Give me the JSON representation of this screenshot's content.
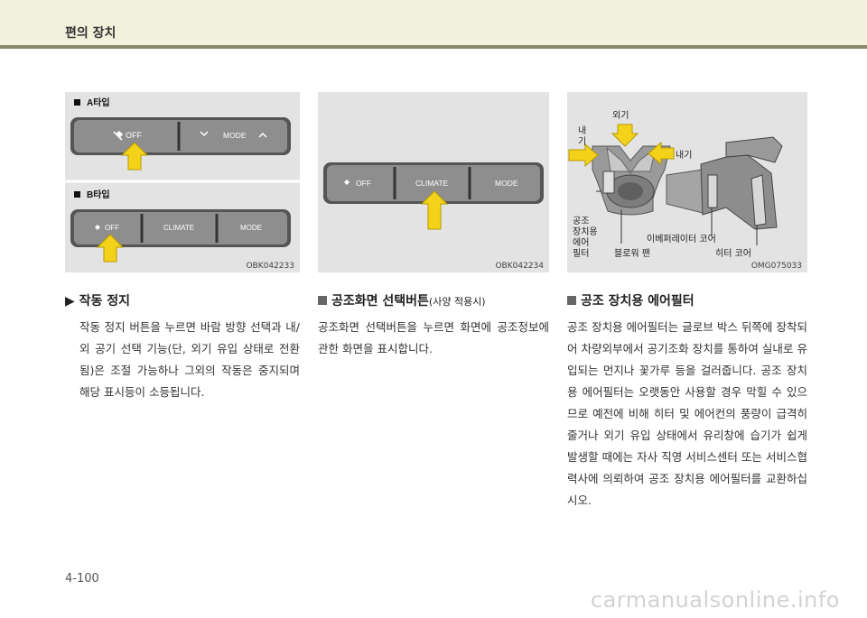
{
  "header": {
    "title": "편의 장치"
  },
  "panel1": {
    "typeA": "A타입",
    "typeB": "B타입",
    "a_buttons": {
      "off": "OFF",
      "mode": "MODE"
    },
    "b_buttons": {
      "off": "OFF",
      "climate": "CLIMATE",
      "mode": "MODE"
    },
    "code": "OBK042233"
  },
  "panel2": {
    "buttons": {
      "off": "OFF",
      "climate": "CLIMATE",
      "mode": "MODE"
    },
    "code": "OBK042234"
  },
  "panel3": {
    "labels": {
      "outside": "외기",
      "inside_left_1": "내",
      "inside_left_2": "기",
      "inside_right": "내기",
      "filter_1": "공조",
      "filter_2": "장치용",
      "filter_3": "에어",
      "filter_4": "필터",
      "evaporator": "이베퍼레이터 코어",
      "blower": "블로워 팬",
      "heater": "히터 코어"
    },
    "code": "OMG075033"
  },
  "sections": {
    "s1": {
      "heading": "작동 정지",
      "body": "작동 정지 버튼을 누르면 바람 방향 선택과 내/외 공기 선택 기능(단, 외기 유입 상태로 전환됨)은 조절 가능하나 그외의 작동은 중지되며 해당 표시등이 소등됩니다."
    },
    "s2": {
      "heading": "공조화면 선택버튼",
      "heading_small": "(사양 적용시)",
      "body": "공조화면 선택버튼을 누르면 화면에 공조정보에 관한 화면을 표시합니다."
    },
    "s3": {
      "heading": "공조 장치용 에어필터",
      "body": "공조 장치용 에어필터는 글로브 박스 뒤쪽에 장착되어 차량외부에서 공기조화 장치를 통하여 실내로 유입되는 먼지나 꽃가루 등을 걸러줍니다. 공조 장치용 에어필터는 오랫동안 사용할 경우 막힐 수 있으므로 예전에 비해 히터 및 에어컨의 풍량이 급격히 줄거나 외기 유입 상태에서 유리창에 습기가 쉽게 발생할 때에는 자사 직영 서비스센터 또는 서비스협력사에 의뢰하여 공조 장치용 에어필터를 교환하십시오."
    }
  },
  "footer": {
    "page": "4-100",
    "watermark": "carmanualsonline.info"
  }
}
